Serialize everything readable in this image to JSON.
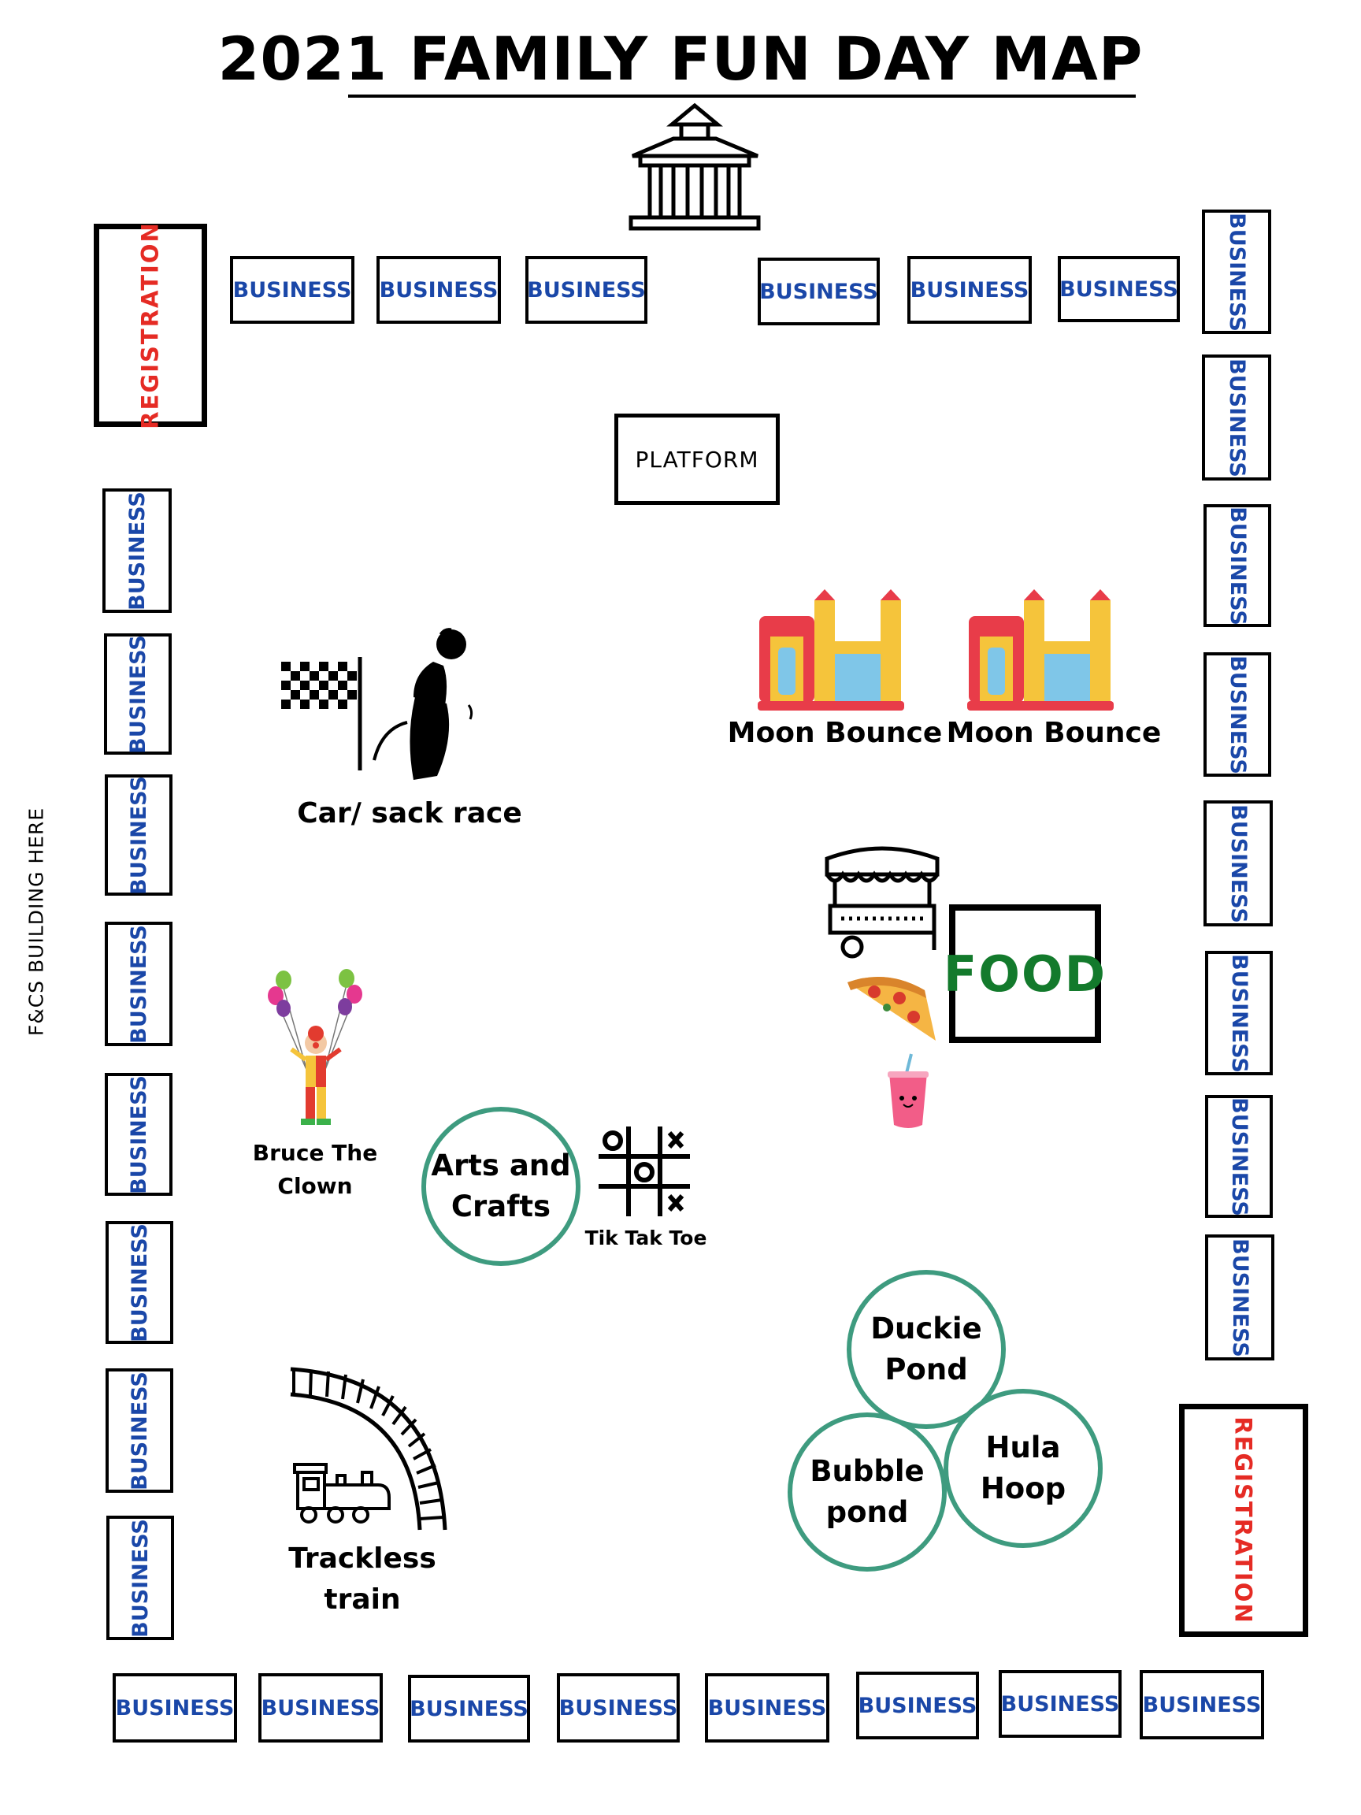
{
  "map": {
    "title": "2021 FAMILY FUN DAY MAP",
    "side_note": "F&CS BUILDING HERE",
    "business_label": "BUSINESS",
    "registration_label": "REGISTRATION",
    "platform_label": "PLATFORM",
    "food_label": "FOOD"
  },
  "attractions": {
    "moon_bounce_1": "Moon Bounce",
    "moon_bounce_2": "Moon Bounce",
    "sack_race": "Car/ sack race",
    "clown_line1": "Bruce The",
    "clown_line2": "Clown",
    "arts_line1": "Arts and",
    "arts_line2": "Crafts",
    "tic_tac_toe": "Tik Tak Toe",
    "train_line1": "Trackless",
    "train_line2": "train",
    "duckie_line1": "Duckie",
    "duckie_line2": "Pond",
    "bubble_line1": "Bubble",
    "bubble_line2": "pond",
    "hula_line1": "Hula",
    "hula_line2": "Hoop"
  },
  "colors": {
    "business_text": "#1a47a8",
    "registration_text": "#e52b24",
    "food_text": "#137a2c",
    "activity_circle": "#3e9b7f"
  }
}
